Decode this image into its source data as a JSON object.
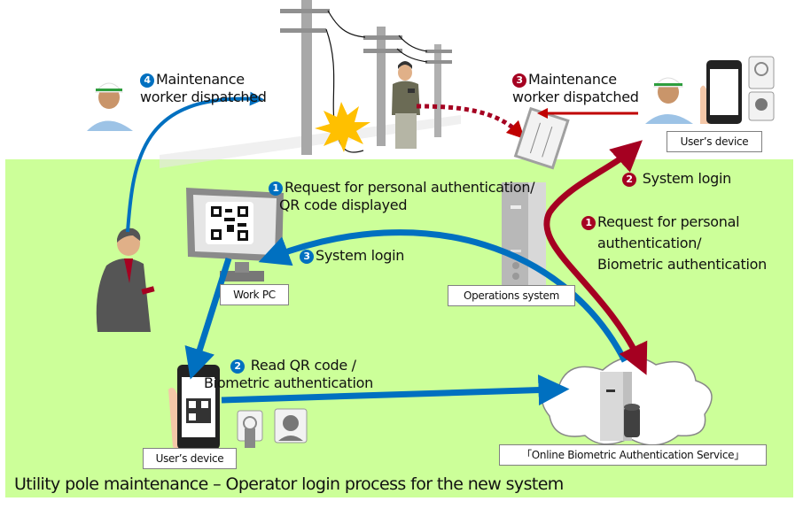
{
  "caption": "Utility pole maintenance – Operator login process for the new system",
  "colors": {
    "background_area": "#ccff99",
    "blue_flow": "#0070c0",
    "red_flow": "#a50021"
  },
  "labels": {
    "step4_blue": {
      "num": "4",
      "line1": "Maintenance",
      "line2": "worker dispatched"
    },
    "step3_red": {
      "num": "3",
      "line1": "Maintenance",
      "line2": "worker dispatched"
    },
    "step1_blue": {
      "num": "1",
      "line1": "Request for personal authentication/",
      "line2": "QR code displayed"
    },
    "step3_blue": {
      "num": "3",
      "text": "System login"
    },
    "step2_red": {
      "num": "2",
      "text": "System login"
    },
    "step1_red": {
      "num": "1",
      "line1": "Request for personal",
      "line2": "authentication/",
      "line3": "Biometric authentication"
    },
    "step2_blue": {
      "num": "2",
      "line1": "Read QR code /",
      "line2": "Biometric authentication"
    }
  },
  "boxes": {
    "work_pc": "Work PC",
    "operations_system": "Operations system",
    "users_device_top": "User’s device",
    "users_device_bottom": "User’s device",
    "online_service": "「Online Biometric Authentication Service」"
  },
  "icons": [
    "worker-helmet-icon",
    "utility-pole-icon",
    "spark-icon",
    "field-worker-icon",
    "smartphone-icon",
    "fingerprint-icon",
    "face-icon",
    "monitor-icon",
    "qr-code-icon",
    "server-icon",
    "cloud-icon",
    "database-icon",
    "businessman-icon",
    "pole-document-icon"
  ]
}
